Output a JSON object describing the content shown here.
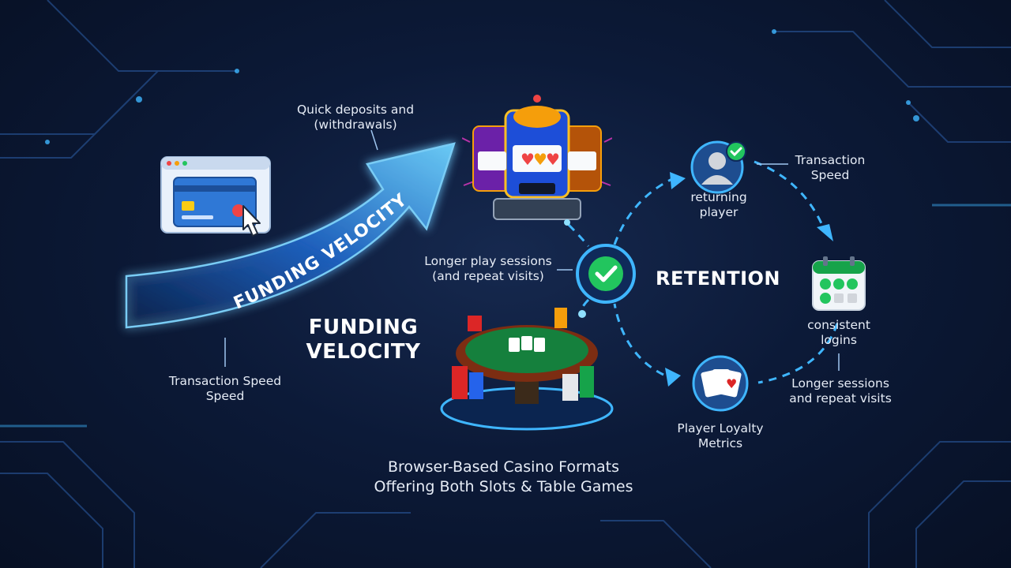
{
  "labels": {
    "quick_deposits_line1": "Quick deposits and",
    "quick_deposits_line2": "(withdrawals)",
    "arrow_text": "FUNDING VELOCITY",
    "funding_line1": "FUNDING",
    "funding_line2": "VELOCITY",
    "transaction_left_line1": "Transaction Speed",
    "transaction_left_line2": "Speed",
    "longer_play_line1": "Longer play sessions",
    "longer_play_line2": "(and repeat visits)",
    "retention": "RETENTION",
    "returning_line1": "returning",
    "returning_line2": "player",
    "transaction_right_line1": "Transaction",
    "transaction_right_line2": "Speed",
    "consistent_line1": "consistent",
    "consistent_line2": "logins",
    "longer_sessions_line1": "Longer sessions",
    "longer_sessions_line2": "and repeat visits",
    "loyalty_line1": "Player Loyalty",
    "loyalty_line2": "Metrics",
    "caption_line1": "Browser-Based Casino Formats",
    "caption_line2": "Offering Both Slots & Table Games"
  },
  "icons": {
    "card_payment": "credit-card-click-icon",
    "slot_machines": "slot-machine-icon",
    "table": "casino-table-icon",
    "check": "check-circle-icon",
    "player": "returning-player-icon",
    "calendar": "calendar-check-icon",
    "cards": "playing-cards-icon"
  },
  "colors": {
    "accent_blue": "#3fb6ff",
    "check_green": "#22c55e",
    "background": "#0c1a38"
  }
}
